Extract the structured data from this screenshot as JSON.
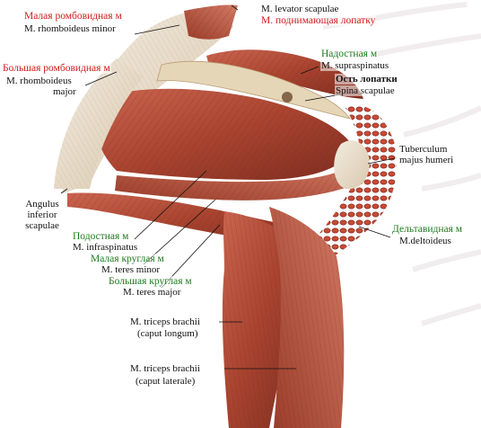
{
  "labels": {
    "rhomboid_minor_ru": "Малая ромбовидная м",
    "rhomboid_minor_lat": "M. rhomboideus minor",
    "levator_lat": "M. levator scapulae",
    "levator_ru": "М. поднимающая лопатку",
    "rhomboid_major_ru": "Большая ромбовидная м",
    "rhomboid_major_lat_1": "M. rhomboideus",
    "rhomboid_major_lat_2": "major",
    "supraspinatus_ru": "Надостная м",
    "supraspinatus_lat": "M. supraspinatus",
    "spina_ru": "Ость лопатки",
    "spina_lat": "Spina scapulae",
    "tuberculum_1": "Tuberculum",
    "tuberculum_2": "majus humeri",
    "angulus_1": "Angulus",
    "angulus_2": "inferior",
    "angulus_3": "scapulae",
    "deltoid_ru": "Дельтавидная м",
    "deltoid_lat": "M.deltoideus",
    "infraspinatus_ru": "Подостная м",
    "infraspinatus_lat": "M. infraspinatus",
    "teres_minor_ru": "Малая круглая м",
    "teres_minor_lat": "M. teres minor",
    "teres_major_ru": "Большая круглая м",
    "teres_major_lat": "M. teres major",
    "triceps_long_1": "M. triceps brachii",
    "triceps_long_2": "(caput longum)",
    "triceps_lat_1": "M. triceps brachii",
    "triceps_lat_2": "(caput laterale)"
  },
  "colors": {
    "russian_red": "#d11a1a",
    "russian_green": "#1f7a1f",
    "muscle": "#b5513f",
    "tendon": "#e9dcc4"
  }
}
